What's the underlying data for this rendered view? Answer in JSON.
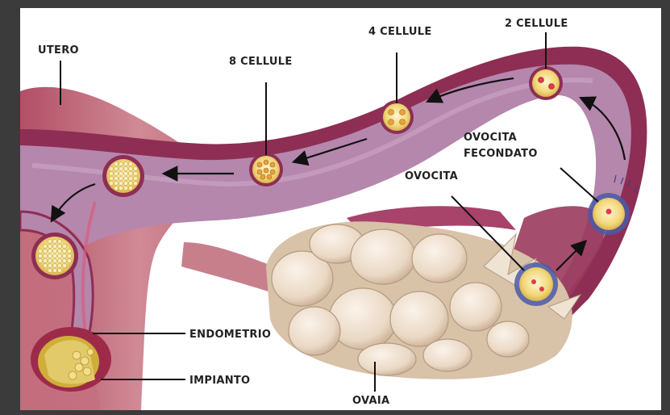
{
  "labels": {
    "utero": "UTERO",
    "cellule_8": "8 CELLULE",
    "cellule_4": "4 CELLULE",
    "cellule_2": "2 CELLULE",
    "ovocita_fecondato_line1": "OVOCITA",
    "ovocita_fecondato_line2": "FECONDATO",
    "ovocita": "OVOCITA",
    "endometrio": "ENDOMETRIO",
    "impianto": "IMPIANTO",
    "ovaia": "OVAIA"
  },
  "colors": {
    "background": "#3b3b3b",
    "tube_wall": "#8e2e54",
    "tube_lumen": "#b587ad",
    "uterus_tissue": "#c46a7c",
    "cell_yellow": "#f2d77e",
    "ovary": "#ecdcc8",
    "arrow": "#111111"
  }
}
